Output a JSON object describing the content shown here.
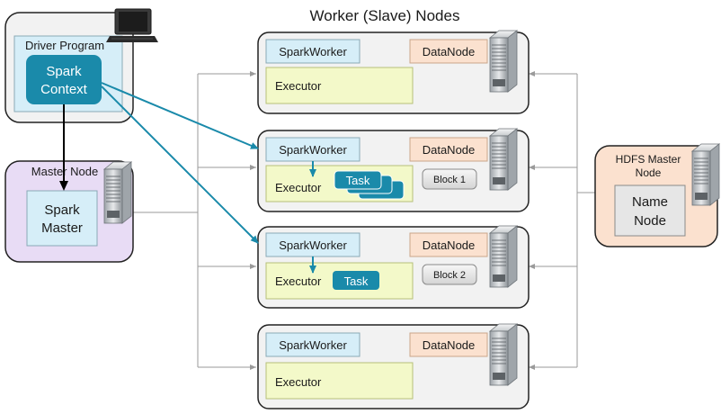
{
  "title": "Worker (Slave) Nodes",
  "driver": {
    "label": "Driver Program",
    "context_line1": "Spark",
    "context_line2": "Context",
    "laptop_icon": "laptop-icon"
  },
  "master": {
    "label": "Master Node",
    "box_line1": "Spark",
    "box_line2": "Master",
    "server_icon": "server-icon"
  },
  "hdfs": {
    "label_line1": "HDFS Master",
    "label_line2": "Node",
    "box_line1": "Name",
    "box_line2": "Node",
    "server_icon": "server-icon"
  },
  "workers": [
    {
      "spark_worker": "SparkWorker",
      "datanode": "DataNode",
      "executor": "Executor"
    },
    {
      "spark_worker": "SparkWorker",
      "datanode": "DataNode",
      "executor": "Executor",
      "task": "Task",
      "block": "Block 1"
    },
    {
      "spark_worker": "SparkWorker",
      "datanode": "DataNode",
      "executor": "Executor",
      "task": "Task",
      "block": "Block 2"
    },
    {
      "spark_worker": "SparkWorker",
      "datanode": "DataNode",
      "executor": "Executor"
    }
  ],
  "colors": {
    "spark_blue": "#1a8aaa",
    "driver_fill": "#d6eef8",
    "master_fill": "#e8dcf5",
    "hdfs_fill": "#fbe1cf",
    "worker_fill": "#f2f2f2",
    "executor_fill": "#f3f9c9",
    "datanode_fill": "#fbe1cf",
    "sparkworker_fill": "#d6eef8"
  }
}
